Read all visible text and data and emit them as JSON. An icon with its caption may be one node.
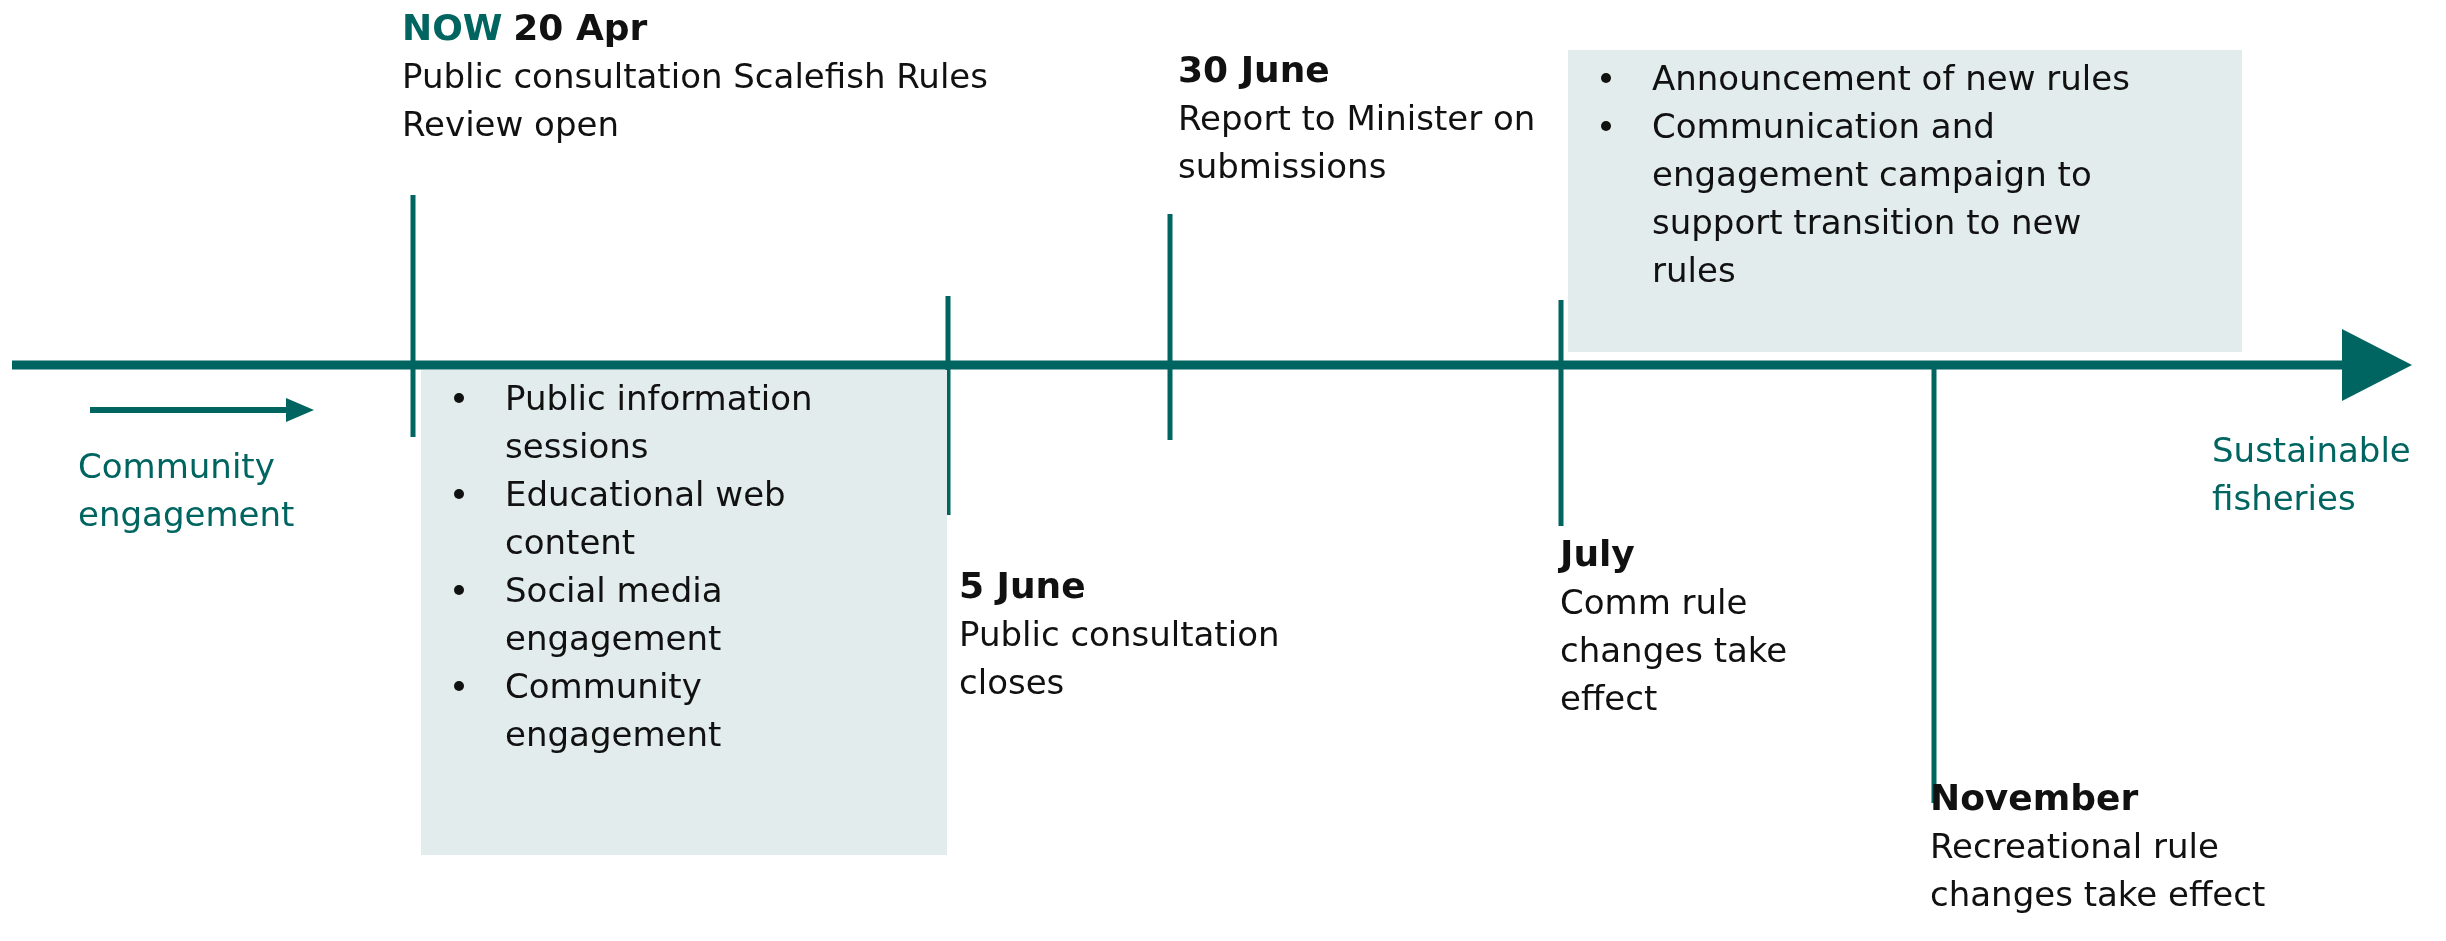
{
  "diagram": {
    "nodes": [
      {
        "text": [
          "NOW",
          "20 Apr",
          "Public consultation Scalefish Rules Review open"
        ]
      },
      {
        "text": [
          "Public information sessions",
          "Educational web content",
          "Social media engagement",
          "Community engagement"
        ]
      },
      {
        "text": [
          "5 June",
          "Public consultation closes"
        ]
      },
      {
        "text": [
          "30 June",
          "Report to Minister on submissions"
        ]
      },
      {
        "text": [
          "Announcement of new rules",
          "Communication and engagement campaign to support transition to new rules"
        ]
      },
      {
        "text": [
          "July",
          "Comm rule changes take effect"
        ]
      },
      {
        "text": [
          "November",
          "Recreational rule changes take effect"
        ]
      }
    ],
    "labels": [
      "Community engagement",
      "Sustainable fisheries"
    ]
  }
}
